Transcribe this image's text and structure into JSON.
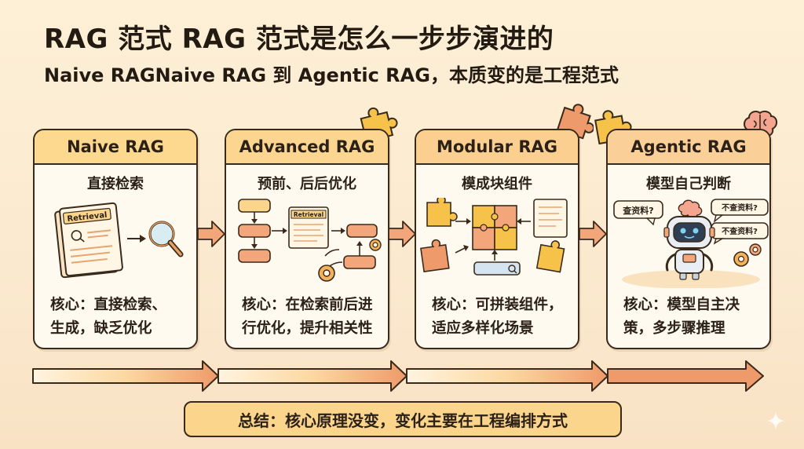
{
  "title": "RAG 范式  RAG 范式是怎么一步步演进的",
  "subtitle": "Naive RAGNaive RAG 到 Agentic RAG，本质变的是工程范式",
  "colors": {
    "card_border": "#3a2a1c",
    "head_naive": "#fcd98e",
    "head_advanced": "#fcd691",
    "head_modular": "#fbcf90",
    "head_agentic": "#fbcf98",
    "arrow": "#f2a679",
    "summary_bg": "#fbd58c"
  },
  "cards": [
    {
      "name": "Naive RAG",
      "subtitle": "直接检索",
      "core_line1": "核心：直接检索、",
      "core_line2": "生成，缺乏优化",
      "doc_label": "Retrieval",
      "icon": "magnifier-icon"
    },
    {
      "name": "Advanced RAG",
      "subtitle": "预前、后后优化",
      "core_line1": "核心：在检索前后进",
      "core_line2": "行优化，提升相关性",
      "doc_label": "Retrieval",
      "icon": "flowchart-icon"
    },
    {
      "name": "Modular RAG",
      "subtitle": "模成块组件",
      "core_line1": "核心：可拼装组件，",
      "core_line2": "适应多样化场景",
      "icon": "puzzle-icon"
    },
    {
      "name": "Agentic RAG",
      "subtitle": "模型自己判断",
      "core_line1": "核心：模型自主决",
      "core_line2": "策，多步骤推理",
      "bubble_left": "查资料?",
      "bubble_right_top": "不查资料?",
      "bubble_right_bottom": "不查资料?",
      "icon": "robot-icon"
    }
  ],
  "summary": "总结：核心原理没变，变化主要在工程编排方式"
}
